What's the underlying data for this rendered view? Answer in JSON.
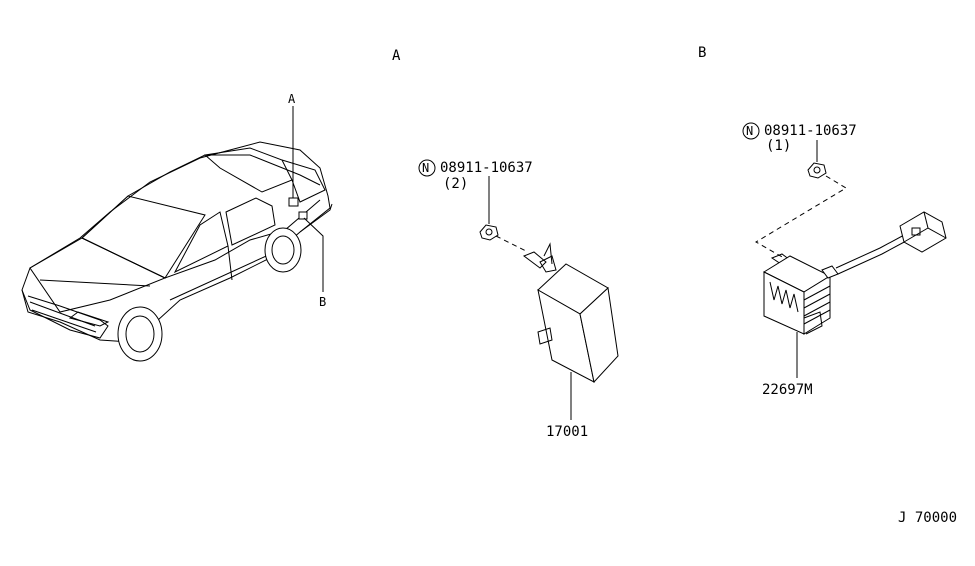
{
  "views": {
    "a": {
      "title": "A"
    },
    "b": {
      "title": "B"
    }
  },
  "car": {
    "callout_a": "A",
    "callout_b": "B"
  },
  "parts": {
    "nut_symbol": "N",
    "a_nut_number": "08911-10637",
    "a_nut_qty": "(2)",
    "a_module_number": "17001",
    "b_nut_number": "08911-10637",
    "b_nut_qty": "(1)",
    "b_regulator_number": "22697M"
  },
  "footer": {
    "diagram_code": "J 70000"
  }
}
